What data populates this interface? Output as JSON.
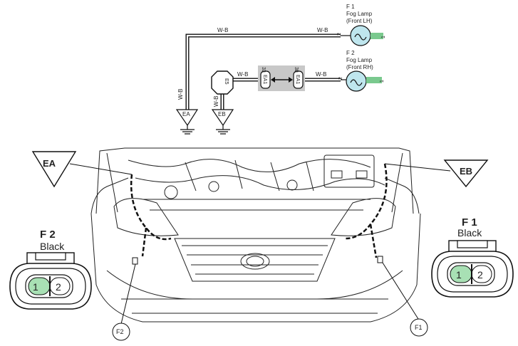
{
  "wiring": {
    "wire_color": "W-B",
    "f1_id": "F 1",
    "f1_line1": "Fog Lamp",
    "f1_line2": "(Front LH)",
    "f2_id": "F 2",
    "f2_line1": "Fog Lamp",
    "f2_line2": "(Front RH)",
    "pin_f1": "2",
    "pin_f1b": "1",
    "pin_f2": "2",
    "pin_f2b": "1",
    "junction_label": "E5",
    "conn_left_num": "33",
    "conn_left_id": "EA1",
    "conn_right_num": "38",
    "conn_right_id": "EA1",
    "ground_ea": "EA",
    "ground_eb": "EB"
  },
  "locator": {
    "ground_ea": "EA",
    "ground_eb": "EB",
    "callout_f1": "F1",
    "callout_f2": "F2"
  },
  "connector_views": {
    "left": {
      "id": "F 2",
      "color": "Black",
      "pin1": "1",
      "pin2": "2"
    },
    "right": {
      "id": "F 1",
      "color": "Black",
      "pin1": "1",
      "pin2": "2"
    }
  },
  "colors": {
    "line": "#111111",
    "plug_green": "#7ac98e",
    "pin_face": "#a8e0b4",
    "highlight_box": "#c8c8c8",
    "bulb_fill": "#bfe6ee"
  }
}
